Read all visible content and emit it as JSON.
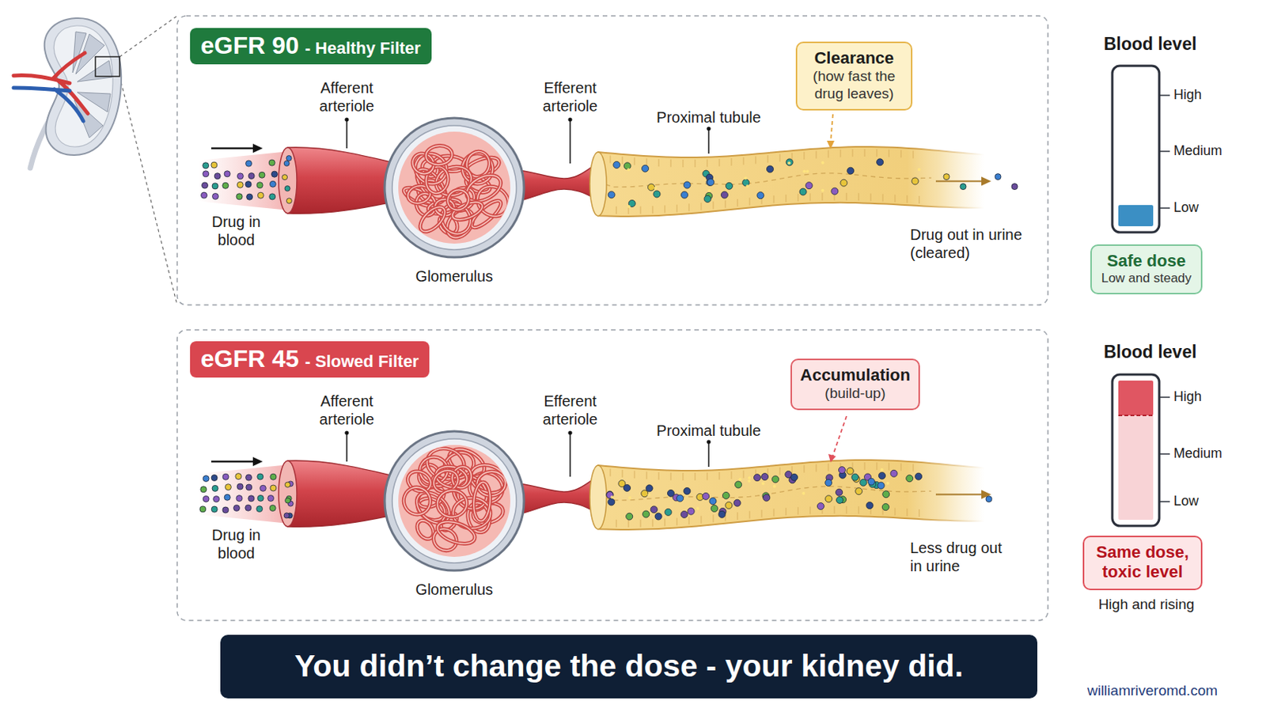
{
  "diagram": {
    "nodes": [
      {
        "text": [
          "eGFR 90",
          "- Healthy Filter"
        ]
      },
      {
        "text": [
          "Clearance",
          "(how fast the drug leaves)"
        ]
      },
      {
        "text": [
          "Safe dose",
          "Low and steady"
        ]
      },
      {
        "text": [
          "eGFR 45",
          "- Slowed Filter"
        ]
      },
      {
        "text": [
          "Accumulation",
          "(build-up)"
        ]
      },
      {
        "text": [
          "Same dose, toxic level"
        ]
      },
      {
        "text": [
          "You didn’t change the dose - your kidney did."
        ]
      }
    ],
    "labels": [
      "Afferent arteriole",
      "Efferent arteriole",
      "Proximal tubule",
      "Drug in blood",
      "Glomerulus",
      "Drug out in urine (cleared)",
      "Blood level",
      "High",
      "Medium",
      "Low",
      "Afferent arteriole",
      "Efferent arteriole",
      "Proximal tubule",
      "Drug in blood",
      "Glomerulus",
      "Less drug out in urine",
      "Blood level",
      "High",
      "Medium",
      "Low",
      "High and rising",
      "williamriveromd.com"
    ]
  }
}
